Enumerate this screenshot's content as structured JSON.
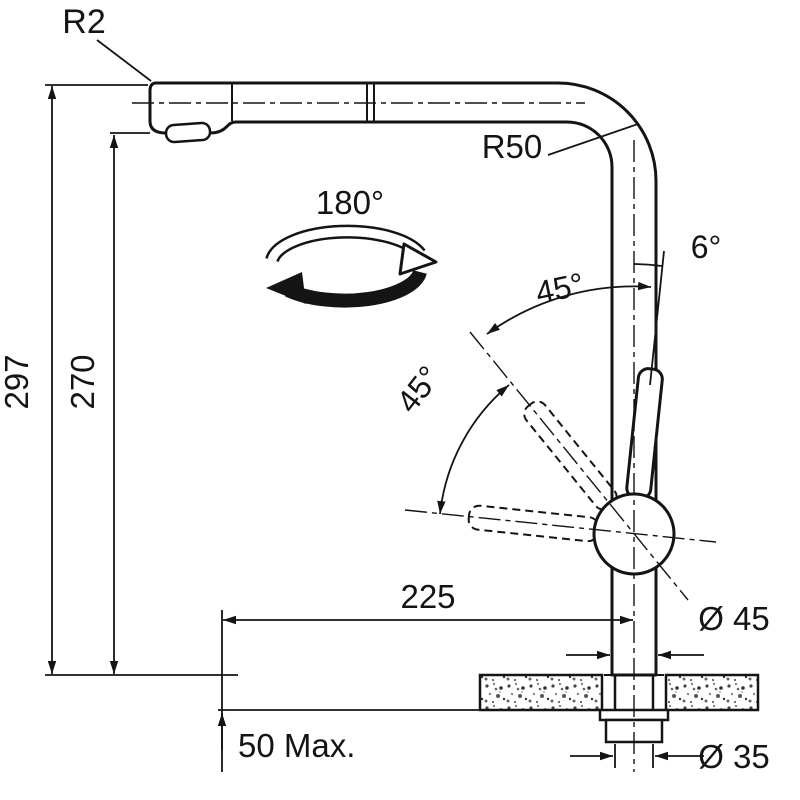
{
  "drawing": {
    "labels": {
      "r2": "R2",
      "r50": "R50",
      "rot180": "180°",
      "deg6": "6°",
      "deg45a": "45°",
      "deg45b": "45°",
      "h297": "297",
      "h270": "270",
      "w225": "225",
      "d45": "Ø 45",
      "max50": "50 Max.",
      "d35": "Ø 35"
    },
    "colors": {
      "ink": "#141414",
      "paper": "#ffffff"
    }
  }
}
